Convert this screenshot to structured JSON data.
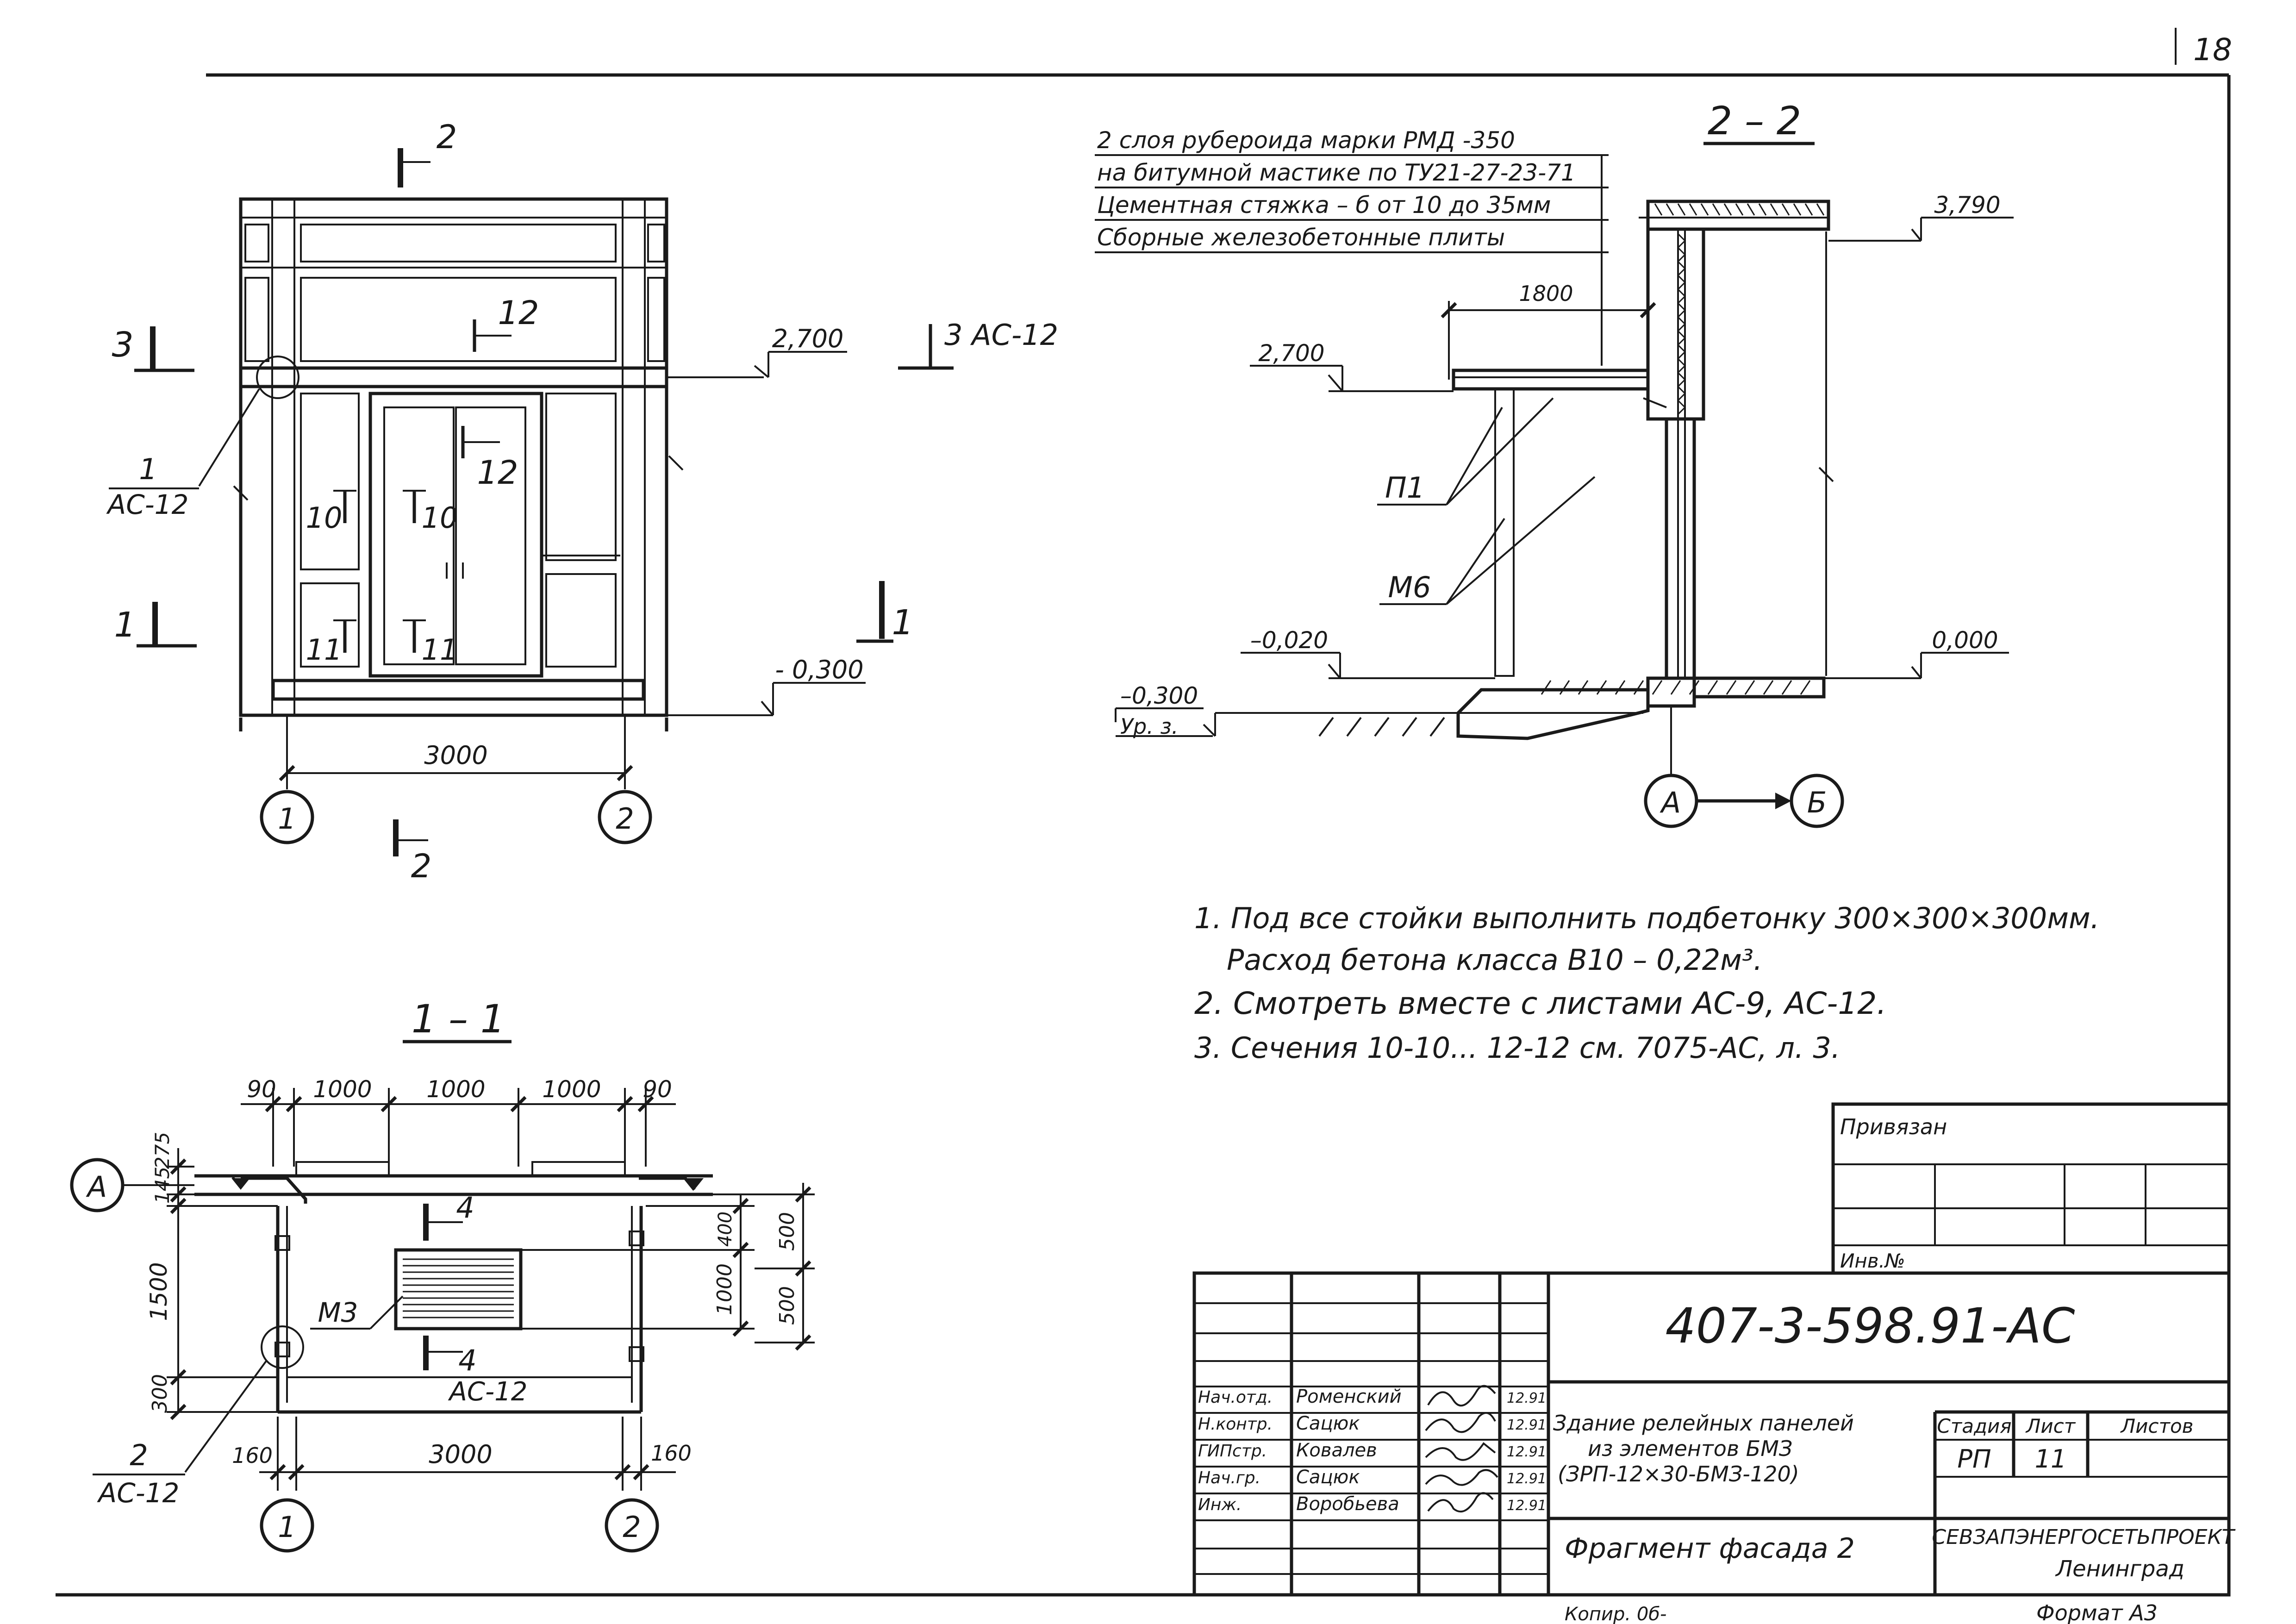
{
  "sheet": {
    "corner_number": "18",
    "copied": "Копир. 0б-",
    "format": "Формат А3"
  },
  "elevation": {
    "section_mark_top": "2",
    "section_mark_bottom": "2",
    "label_12_top": "12",
    "label_12_door": "12",
    "mark_3": "3",
    "mark_3_ref": "3 АС-12",
    "mark_1_left": "1",
    "mark_1_right": "1",
    "node_1_number": "1",
    "node_1_sheet": "АС-12",
    "label_10_left": "10",
    "label_10_right": "10",
    "label_11_left": "11",
    "label_11_right": "11",
    "level_top": "2,700",
    "level_bottom": "- 0,300",
    "dim_width": "3000",
    "axis_1": "1",
    "axis_2": "2"
  },
  "section_2_2": {
    "title": "2 – 2",
    "roof_layers": [
      "2 слоя рубероида марки РМД -350",
      "на битумной мастике по ТУ21-27-23-71",
      "Цементная стяжка – б от 10 до 35мм",
      "Сборные железобетонные плиты"
    ],
    "level_3790": "3,790",
    "dim_1800": "1800",
    "level_2700": "2,700",
    "label_p1": "П1",
    "label_m6": "М6",
    "level_minus_020": "–0,020",
    "level_minus_300": "–0,300",
    "ground_label": "Ур. з.",
    "level_000": "0,000",
    "axis_a": "А",
    "axis_b": "Б"
  },
  "notes": [
    "1.  Под все стойки выполнить подбетонку 300×300×300мм.",
    "Расход бетона класса В10 – 0,22м³.",
    "2.  Смотреть вместе с листами АС-9, АС-12.",
    "3.  Сечения 10-10... 12-12 см. 7075-АС, л. 3."
  ],
  "plan_1_1": {
    "title": "1 – 1",
    "dims_top": [
      "90",
      "1000",
      "1000",
      "1000",
      "90"
    ],
    "dims_left": [
      "275",
      "145",
      "1500",
      "300"
    ],
    "dims_right_inner": [
      "400",
      "1000"
    ],
    "dims_right_outer": [
      "500",
      "500"
    ],
    "dim_bottom": "3000",
    "dim_160_left": "160",
    "dim_160_right": "160",
    "label_m3": "М3",
    "label_4_top": "4",
    "label_4_bottom": "4",
    "label_ac12": "АС-12",
    "node_2_number": "2",
    "node_2_sheet": "АС-12",
    "axis_a": "А",
    "axis_1": "1",
    "axis_2": "2"
  },
  "title_block": {
    "privyazan": "Привязан",
    "inv_no": "Инв.№",
    "code": "407-3-598.91-АС",
    "roles": [
      "Нач.отд.",
      "Н.контр.",
      "ГИПстр.",
      "Нач.гр.",
      "Инж."
    ],
    "names": [
      "Роменский",
      "Сацюк",
      "Ковалев",
      "Сацюк",
      "Воробьева"
    ],
    "dates": [
      "12.91",
      "12.91",
      "12.91",
      "12.91",
      "12.91"
    ],
    "project_name": [
      "Здание релейных панелей",
      "из элементов БМЗ",
      "(ЗРП-12×30-БМЗ-120)"
    ],
    "sheet_title": "Фрагмент фасада 2",
    "stage_header": "Стадия",
    "sheet_header": "Лист",
    "sheets_header": "Листов",
    "stage": "РП",
    "sheet_no": "11",
    "org": "СЕВЗАПЭНЕРГОСЕТЬПРОЕКТ",
    "city": "Ленинград"
  }
}
